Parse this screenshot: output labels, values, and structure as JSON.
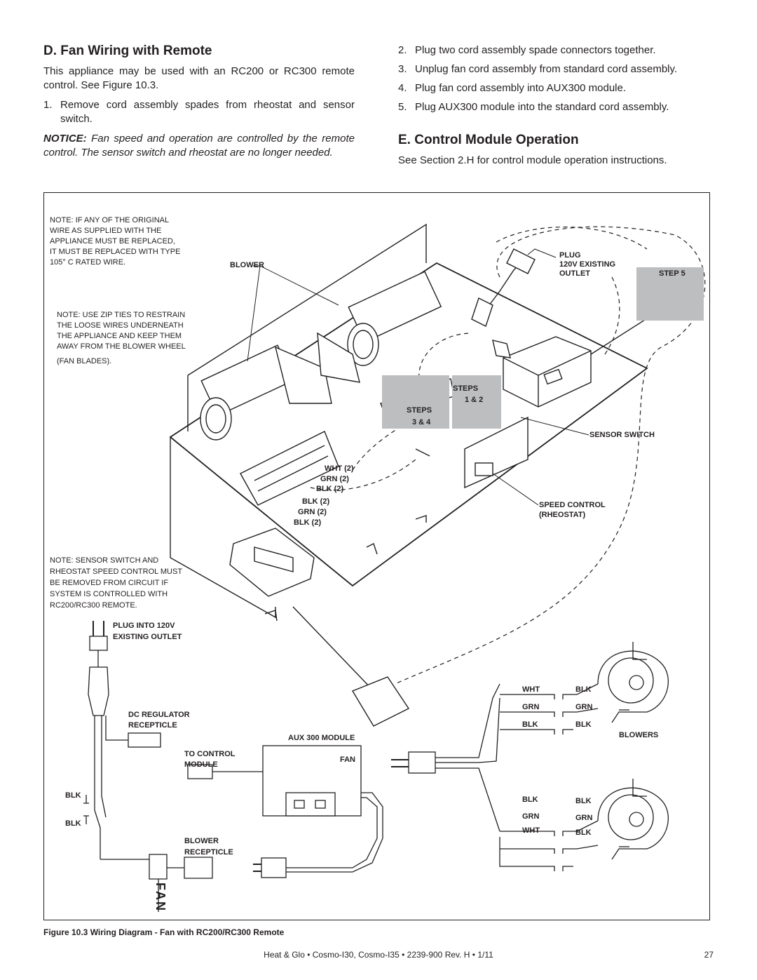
{
  "section_d": {
    "heading": "D. Fan Wiring with Remote",
    "intro": "This appliance may be used with an RC200 or RC300 remote control. See Figure 10.3.",
    "step1_num": "1.",
    "step1": "Remove cord assembly spades from rheostat and sensor switch.",
    "notice_label": "NOTICE:",
    "notice_text": "Fan speed and operation are controlled by the remote control. The sensor switch and rheostat are no longer needed."
  },
  "steps_right": [
    {
      "num": "2.",
      "text": "Plug two cord assembly spade connectors together."
    },
    {
      "num": "3.",
      "text": "Unplug fan cord assembly from standard cord assembly."
    },
    {
      "num": "4.",
      "text": "Plug fan cord assembly into AUX300 module."
    },
    {
      "num": "5.",
      "text": "Plug AUX300 module into the standard cord assembly."
    }
  ],
  "section_e": {
    "heading": "E. Control Module Operation",
    "text": "See Section 2.H for control module operation instructions."
  },
  "diagram": {
    "note1": [
      "NOTE: IF ANY OF THE ORIGINAL",
      "WIRE  AS SUPPLIED WITH THE",
      "APPLIANCE MUST BE REPLACED,",
      "IT MUST BE REPLACED WITH TYPE",
      "105° C RATED WIRE."
    ],
    "note2": [
      "NOTE: USE ZIP TIES TO RESTRAIN",
      "THE LOOSE WIRES UNDERNEATH",
      "THE APPLIANCE AND KEEP THEM",
      "AWAY FROM THE BLOWER WHEEL",
      "(FAN BLADES)."
    ],
    "note3": [
      "NOTE: SENSOR SWITCH AND",
      "RHEOSTAT SPEED CONTROL MUST",
      "BE REMOVED FROM CIRCUIT IF",
      "SYSTEM IS CONTROLLED WITH",
      "RC200/RC300 REMOTE."
    ],
    "blower": "BLOWER",
    "plug_label": [
      "PLUG",
      "120V EXISTING",
      "OUTLET"
    ],
    "step5": "STEP 5",
    "steps12": [
      "STEPS",
      "1 & 2"
    ],
    "steps34": [
      "STEPS",
      "3 & 4"
    ],
    "sensor_switch": "SENSOR SWITCH",
    "speed_control": [
      "SPEED CONTROL",
      "(RHEOSTAT)"
    ],
    "wire_labels": [
      "WHT (2)",
      "GRN (2)",
      "BLK (2)",
      "BLK (2)",
      "GRN (2)",
      "BLK (2)"
    ],
    "plug_into": [
      "PLUG INTO 120V",
      "EXISTING OUTLET"
    ],
    "dc_regulator": [
      "DC REGULATOR",
      "RECEPTICLE"
    ],
    "aux_module": "AUX 300 MODULE",
    "fan": "FAN",
    "to_control": [
      "TO CONTROL",
      "MODULE"
    ],
    "blk": "BLK",
    "blower_recepticle": [
      "BLOWER",
      "RECEPTICLE"
    ],
    "fan_vertical": "FAN",
    "blowers": "BLOWERS",
    "top_left_wires": [
      "WHT",
      "GRN",
      "BLK"
    ],
    "top_right_wires": [
      "BLK",
      "GRN",
      "BLK"
    ],
    "bottom_left_wires": [
      "BLK",
      "GRN",
      "WHT"
    ],
    "bottom_right_wires": [
      "BLK",
      "GRN",
      "BLK"
    ]
  },
  "caption": {
    "label": "Figure 10.3",
    "text": "Wiring Diagram - Fan with RC200/RC300 Remote"
  },
  "footer": {
    "text": "Heat & Glo  •  Cosmo-I30, Cosmo-I35  •  2239-900 Rev. H  •  1/11",
    "page": "27"
  }
}
